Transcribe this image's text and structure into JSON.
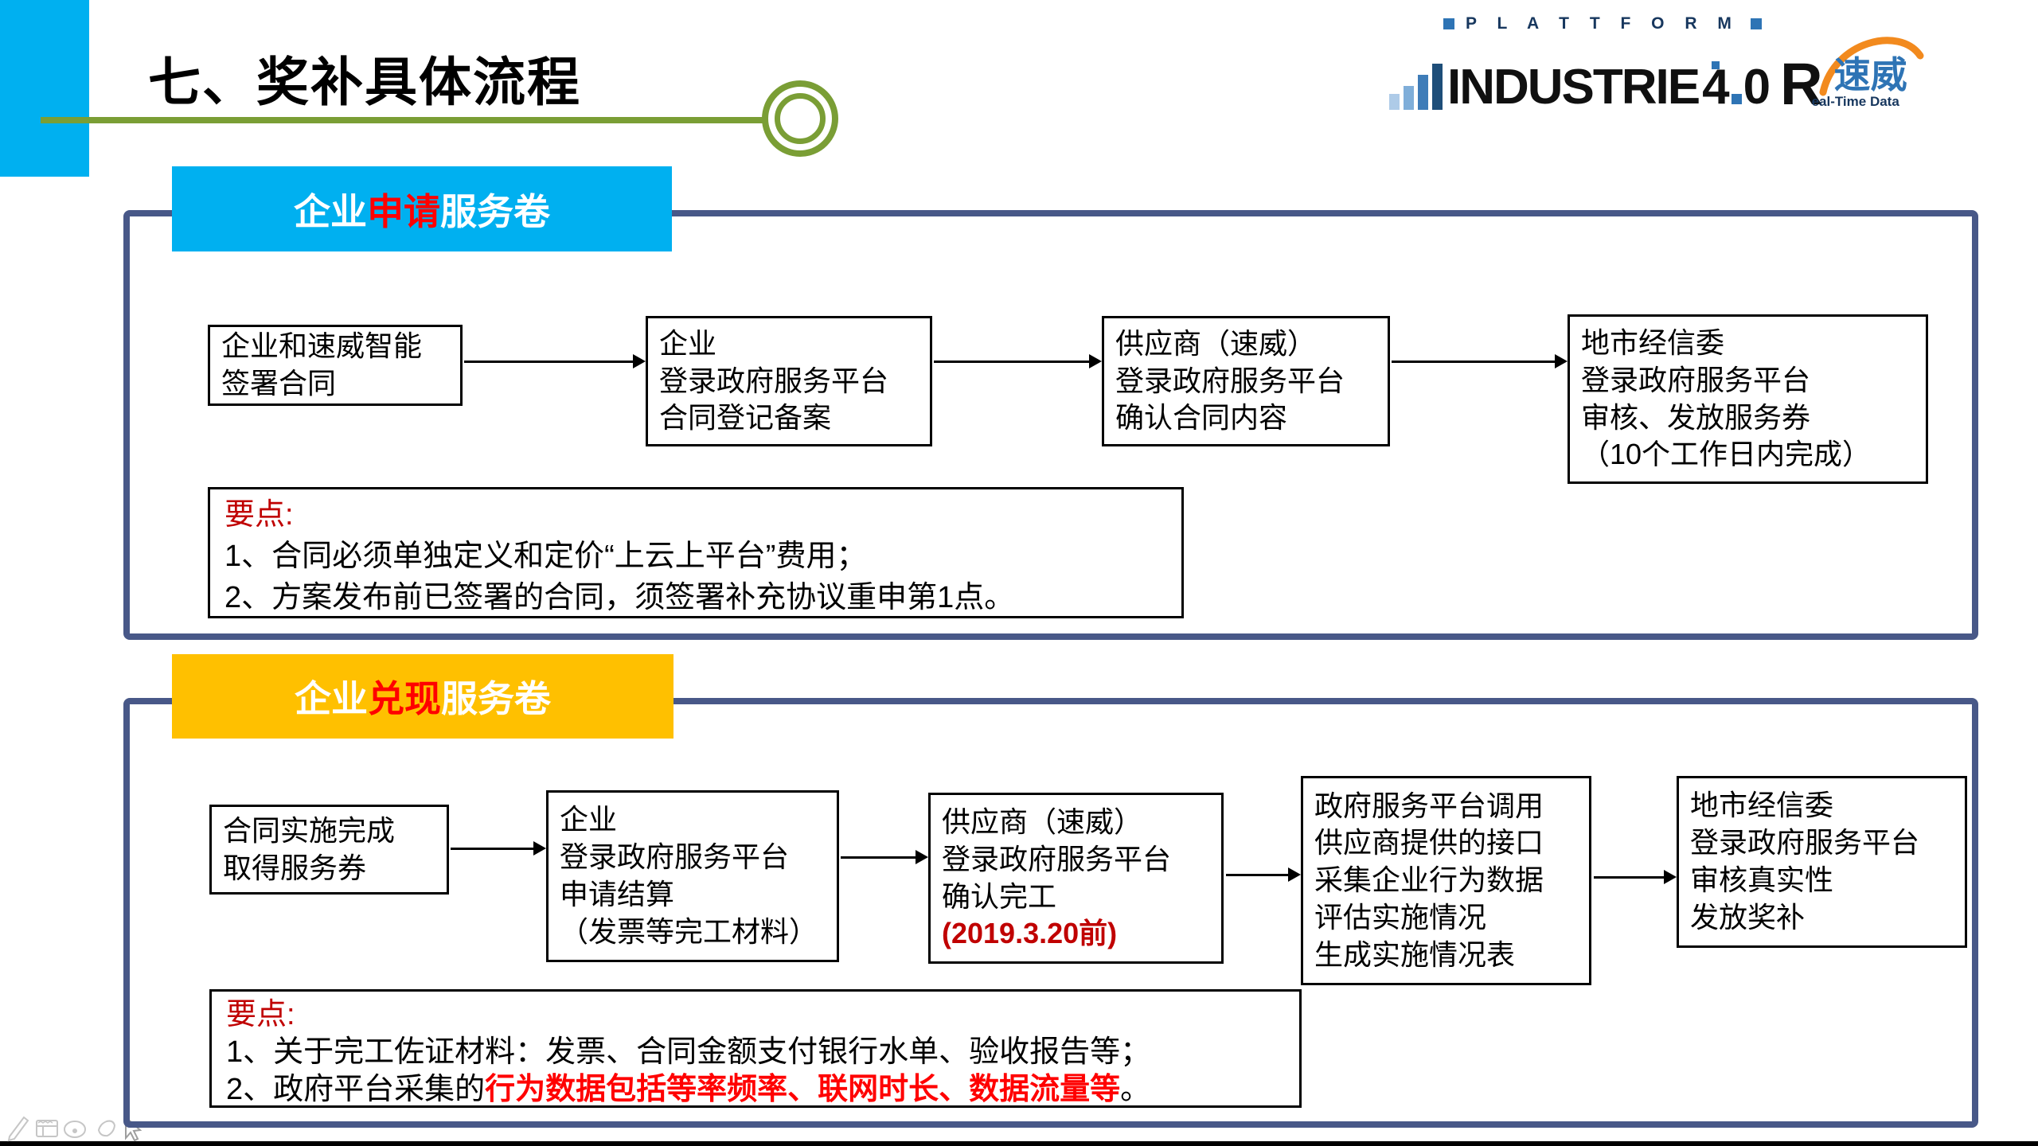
{
  "title": "七、奖补具体流程",
  "logo": {
    "plattform": "P L A T T F O R M",
    "brand": "INDUSTRIE",
    "ver4": "4",
    "ver0": "0",
    "r": "R",
    "cn": "速威",
    "tagline": "eal-Time Data"
  },
  "section1": {
    "header": {
      "pre": "企业",
      "em": "申请",
      "post": "服务卷"
    },
    "boxes": [
      {
        "lines": [
          "企业和速威智能",
          "签署合同"
        ]
      },
      {
        "lines": [
          "企业",
          "登录政府服务平台",
          "合同登记备案"
        ]
      },
      {
        "lines": [
          "供应商（速威）",
          "登录政府服务平台",
          "确认合同内容"
        ]
      },
      {
        "lines": [
          "地市经信委",
          "登录政府服务平台",
          "审核、发放服务券",
          "（10个工作日内完成）"
        ]
      }
    ],
    "notes": {
      "label": "要点:",
      "items": [
        "1、合同必须单独定义和定价“上云上平台”费用；",
        "2、方案发布前已签署的合同，须签署补充协议重申第1点。"
      ]
    }
  },
  "section2": {
    "header": {
      "pre": "企业",
      "em": "兑现",
      "post": "服务卷"
    },
    "boxes": [
      {
        "lines": [
          "合同实施完成",
          "取得服务券"
        ]
      },
      {
        "lines": [
          "企业",
          "登录政府服务平台",
          "申请结算",
          "（发票等完工材料）"
        ]
      },
      {
        "lines": [
          "供应商（速威）",
          "登录政府服务平台",
          "确认完工"
        ],
        "red_line": "(2019.3.20前)"
      },
      {
        "lines": [
          "政府服务平台调用",
          "供应商提供的接口",
          "采集企业行为数据",
          "评估实施情况",
          "生成实施情况表"
        ]
      },
      {
        "lines": [
          "地市经信委",
          "登录政府服务平台",
          "审核真实性",
          "发放奖补"
        ]
      }
    ],
    "notes": {
      "label": "要点:",
      "item1": "1、关于完工佐证材料：发票、合同金额支付银行水单、验收报告等；",
      "item2_black": "2、政府平台采集的",
      "item2_red": "行为数据包括等率频率、联网时长、数据流量等",
      "item2_end": "。"
    }
  },
  "toolbar_icons": [
    "pen",
    "slides-panel",
    "laser-pointer",
    "eraser",
    "cursor"
  ],
  "colors": {
    "accent_blue": "#00B0F0",
    "accent_orange": "#FFC000",
    "frame_navy": "#485888",
    "line_green": "#7A9E35",
    "highlight_red": "#FF0000",
    "dark_red": "#C00000",
    "logo_blue": "#2E74B5",
    "logo_orange": "#F28A1E"
  }
}
